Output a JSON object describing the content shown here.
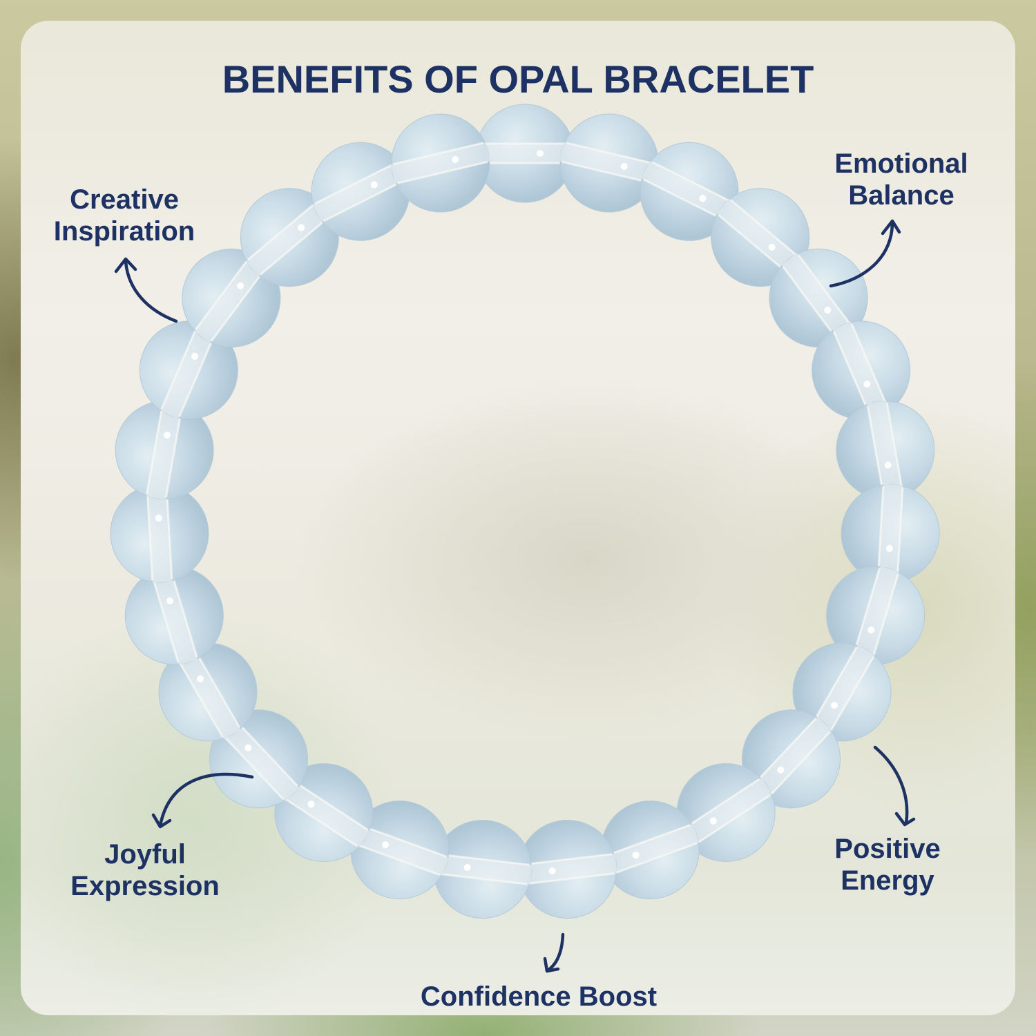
{
  "title": "BENEFITS OF OPAL BRACELET",
  "colors": {
    "text": "#1d3263",
    "arrow": "#1d3263",
    "bead": "#c9dbe6",
    "bead_band": "#eef3f4"
  },
  "benefits": [
    {
      "line1": "Creative",
      "line2": "Inspiration"
    },
    {
      "line1": "Emotional",
      "line2": "Balance"
    },
    {
      "line1": "Joyful",
      "line2": "Expression"
    },
    {
      "line1": "Positive",
      "line2": "Energy"
    },
    {
      "line1": "Confidence Boost",
      "line2": ""
    }
  ],
  "bracelet": {
    "bead_count": 27,
    "bead_type": "opal"
  }
}
